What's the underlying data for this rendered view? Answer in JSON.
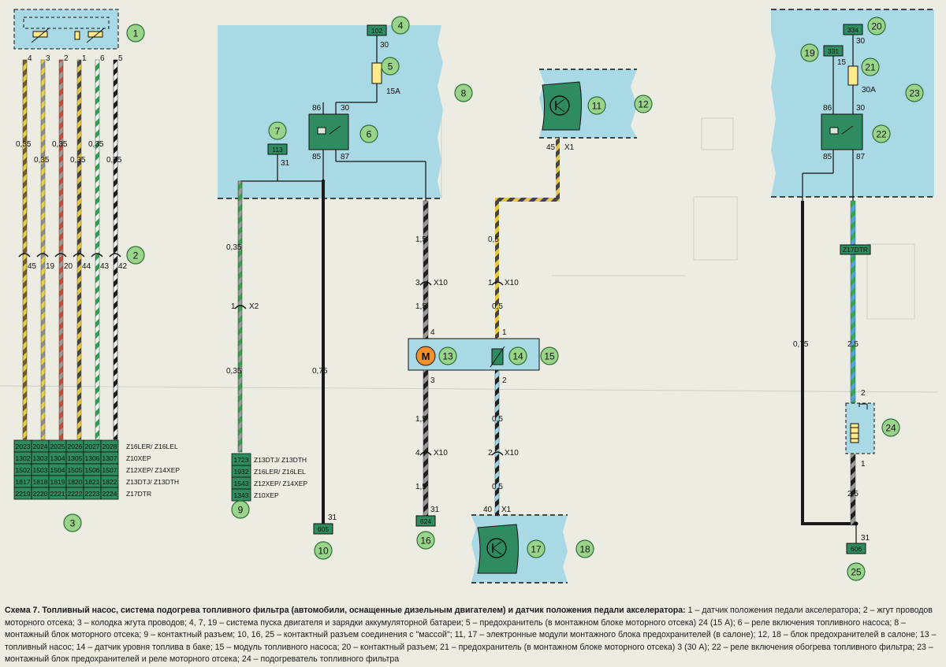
{
  "caption": {
    "title": "Схема 7. Топливный насос, система подогрева топливного фильтра (автомобили, оснащенные дизельным двигателем) и датчик положения педали акселератора:",
    "body": " 1 – датчик положения педали акселератора; 2 – жгут проводов моторного отсека; 3 – колодка жгута проводов; 4, 7, 19 – система пуска двигателя и зарядки аккумуляторной батареи; 5 – предохранитель (в монтажном блоке моторного отсека) 24 (15 А); 6 – реле включения топливного насоса; 8 – монтажный блок моторного отсека; 9 – контактный разъем; 10, 16, 25 – контактный разъем соединения с \"массой\"; 11, 17 – электронные модули монтажного блока предохранителей (в салоне); 12, 18 – блок предохранителей в салоне; 13 – топливный насос; 14 – датчик уровня топлива в баке; 15 – модуль топливного насоса; 20 – контактный разъем; 21 – предохранитель (в монтажном блоке моторного отсека) 3 (30 А); 22 – реле включения обогрева топливного фильтра; 23 – монтажный блок предохранителей и реле моторного отсека; 24 – подогреватель топливного фильтра"
  },
  "callouts": [
    "1",
    "2",
    "3",
    "4",
    "5",
    "6",
    "7",
    "8",
    "9",
    "10",
    "11",
    "12",
    "13",
    "14",
    "15",
    "16",
    "17",
    "18",
    "19",
    "20",
    "21",
    "22",
    "23",
    "24",
    "25"
  ],
  "sensor_pins": [
    "4",
    "3",
    "2",
    "1",
    "6",
    "5"
  ],
  "harness_wires": [
    "45",
    "19",
    "20",
    "44",
    "43",
    "42"
  ],
  "wire_sizes": {
    "sensor": "0,35",
    "relay_feed": "1,5",
    "level": "0,5",
    "ground_075": "0,75",
    "heater": "2,5"
  },
  "connector_block_3": {
    "rows": [
      [
        "2023",
        "2024",
        "2025",
        "2026",
        "2027",
        "2028"
      ],
      [
        "1302",
        "1303",
        "1304",
        "1305",
        "1306",
        "1307"
      ],
      [
        "1502",
        "1503",
        "1504",
        "1505",
        "1506",
        "1507"
      ],
      [
        "1817",
        "1818",
        "1819",
        "1820",
        "1821",
        "1822"
      ],
      [
        "2219",
        "2220",
        "2221",
        "2222",
        "2223",
        "2224"
      ]
    ],
    "engines": [
      "Z16LER/ Z16LEL",
      "Z10XEP",
      "Z12XEP/ Z14XEP",
      "Z13DTJ/ Z13DTH",
      "Z17DTR"
    ]
  },
  "connector_block_9": {
    "rows": [
      [
        "1723",
        "Z13DTJ/ Z13DTH"
      ],
      [
        "1932",
        "Z16LER/ Z16LEL"
      ],
      [
        "1543",
        "Z12XEP/ Z14XEP"
      ],
      [
        "1343",
        "Z10XEP"
      ]
    ]
  },
  "terminals": {
    "t102": "102",
    "t113": "113",
    "t331": "331",
    "t334": "334",
    "t605": "605",
    "t624": "624",
    "t606": "606"
  },
  "pins": {
    "p30": "30",
    "p31": "31",
    "p86": "86",
    "p85": "85",
    "p87": "87",
    "p15": "15",
    "p45": "45",
    "p40": "40",
    "p1": "1",
    "p2": "2",
    "p3": "3",
    "p4": "4"
  },
  "fuses": {
    "f5": "15A",
    "f21": "30A"
  },
  "connectors": {
    "x1": "X1",
    "x2": "X2",
    "x10": "X10"
  },
  "motor_letter": "M",
  "harness_tag": "Z17DTR",
  "colors": {
    "fusebox": "#a9d9e4",
    "module": "#2f8c60",
    "callout": "#9ad48a",
    "fuse": "#ffe98a",
    "motor": "#f2902a"
  }
}
